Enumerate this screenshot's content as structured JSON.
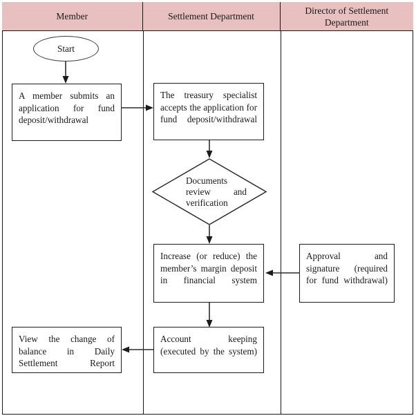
{
  "diagram": {
    "title_bar_color": "#e8c0c0",
    "line_color": "#2b2b2b",
    "lanes": [
      {
        "id": "member",
        "label": "Member"
      },
      {
        "id": "settlement-department",
        "label": "Settlement Department"
      },
      {
        "id": "director-of-settlement-department",
        "label": "Director of Settlement Department"
      }
    ],
    "nodes": [
      {
        "id": "start",
        "lane": "member",
        "shape": "terminator",
        "label": "Start"
      },
      {
        "id": "member-submits-application",
        "lane": "member",
        "shape": "process",
        "label": "A member submits an application for fund deposit/withdrawal"
      },
      {
        "id": "treasury-specialist-accepts",
        "lane": "settlement-department",
        "shape": "process",
        "label": "The treasury specialist accepts the application for fund deposit/withdrawal"
      },
      {
        "id": "documents-review",
        "lane": "settlement-department",
        "shape": "decision",
        "label": "Documents review and verification"
      },
      {
        "id": "increase-or-reduce-margin",
        "lane": "settlement-department",
        "shape": "process",
        "label": "Increase (or reduce) the member’s margin deposit in financial system"
      },
      {
        "id": "approval-and-signature",
        "lane": "director-of-settlement-department",
        "shape": "process",
        "label": "Approval and signature (required for fund withdrawal)"
      },
      {
        "id": "account-keeping",
        "lane": "settlement-department",
        "shape": "process",
        "label": "Account keeping (executed by the system)"
      },
      {
        "id": "view-change-of-balance",
        "lane": "member",
        "shape": "process",
        "label": "View the change of balance in Daily Settlement Report"
      }
    ],
    "connectors": [
      {
        "id": "start-to-submit",
        "from": "start",
        "to": "member-submits-application",
        "direction": "down"
      },
      {
        "id": "submit-to-accept",
        "from": "member-submits-application",
        "to": "treasury-specialist-accepts",
        "direction": "right"
      },
      {
        "id": "accept-to-review",
        "from": "treasury-specialist-accepts",
        "to": "documents-review",
        "direction": "down"
      },
      {
        "id": "review-to-increase",
        "from": "documents-review",
        "to": "increase-or-reduce-margin",
        "direction": "down"
      },
      {
        "id": "approval-to-increase",
        "from": "approval-and-signature",
        "to": "increase-or-reduce-margin",
        "direction": "left"
      },
      {
        "id": "increase-to-account-keeping",
        "from": "increase-or-reduce-margin",
        "to": "account-keeping",
        "direction": "down"
      },
      {
        "id": "account-keeping-to-view",
        "from": "account-keeping",
        "to": "view-change-of-balance",
        "direction": "left"
      }
    ]
  }
}
